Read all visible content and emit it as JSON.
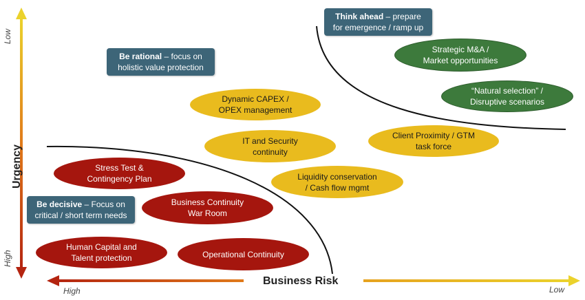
{
  "axes": {
    "y_title": "Urgency",
    "y_low": "Low",
    "y_high": "High",
    "x_title": "Business Risk",
    "x_high": "High",
    "x_low": "Low"
  },
  "labels": {
    "think_ahead_bold": "Think ahead",
    "think_ahead_rest": " – prepare",
    "think_ahead_line2": "for emergence / ramp up",
    "be_rational_bold": "Be rational",
    "be_rational_rest": " – focus on",
    "be_rational_line2": "holistic value protection",
    "be_decisive_bold": "Be decisive",
    "be_decisive_rest": " – Focus on",
    "be_decisive_line2": "critical / short term needs"
  },
  "items": {
    "strategic_ma": [
      "Strategic M&A /",
      "Market opportunities"
    ],
    "natural_selection": [
      "“Natural selection” /",
      "Disruptive scenarios"
    ],
    "dynamic_capex": [
      "Dynamic CAPEX /",
      "OPEX management"
    ],
    "it_security": [
      "IT and Security",
      "continuity"
    ],
    "client_proximity": [
      "Client Proximity / GTM",
      "task force"
    ],
    "liquidity": [
      "Liquidity conservation",
      "/ Cash flow mgmt"
    ],
    "stress_test": [
      "Stress Test &",
      "Contingency Plan"
    ],
    "business_continuity": [
      "Business Continuity",
      "War Room"
    ],
    "human_capital": [
      "Human Capital and",
      "Talent protection"
    ],
    "operational": [
      "Operational Continuity"
    ]
  },
  "colors": {
    "red": "#a5160e",
    "yellow": "#e9bb1e",
    "green": "#3d7a3c",
    "box": "#3d6578"
  }
}
